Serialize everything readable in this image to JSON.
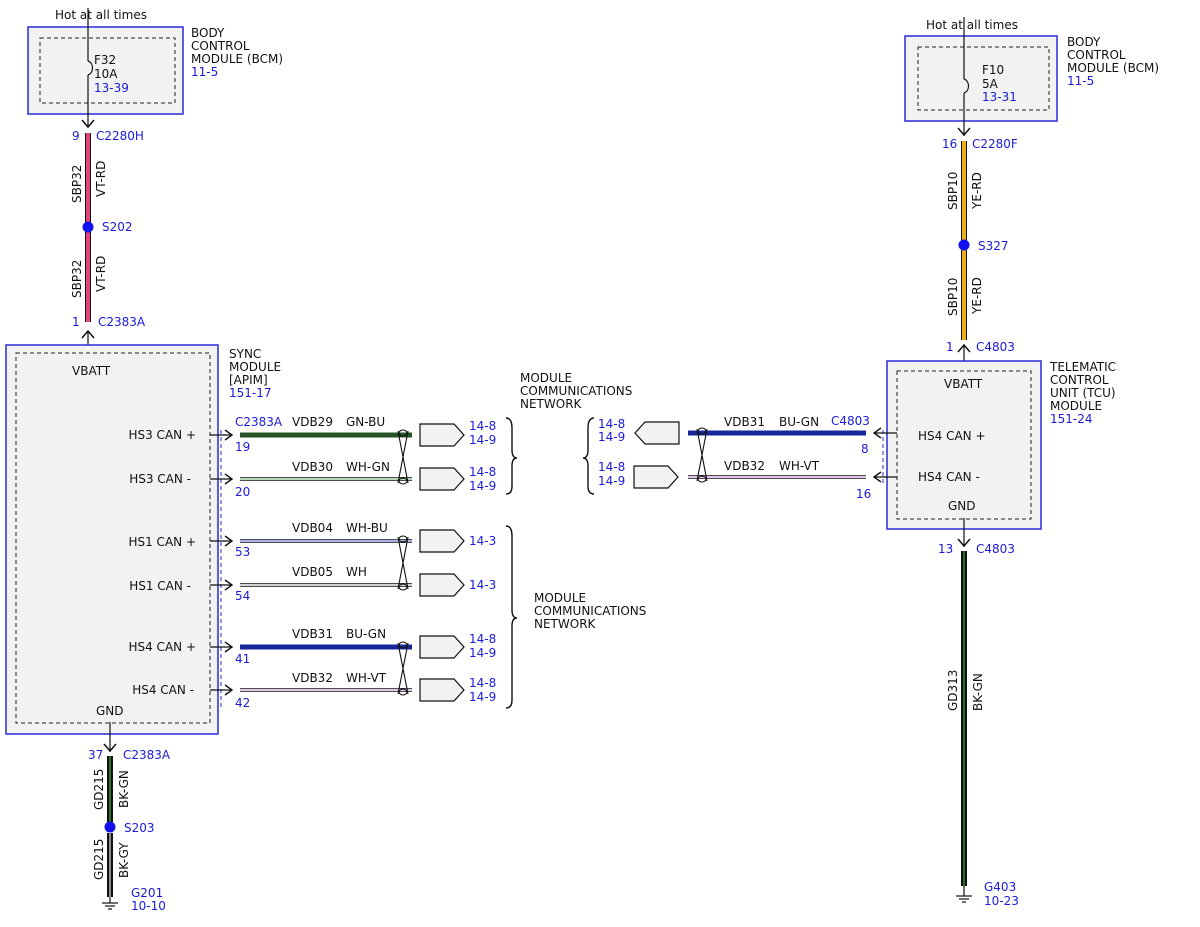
{
  "colors": {
    "ref_blue": "#1a1adb",
    "module_border": "#2a2ad8",
    "module_fill": "#f2f2f2",
    "splice_dot": "#1010ee",
    "wire_vt_rd": "#e0457f",
    "wire_ye_rd": "#e8b01a",
    "wire_green": "#2e6b2e",
    "wire_blue": "#1a2fc9",
    "wire_wh_gn": "#6bb36b",
    "wire_wh_bu": "#5a64d8",
    "wire_wh_vt": "#c78ad6",
    "wire_wh": "#a8a8a8",
    "wire_black": "#111111"
  },
  "left": {
    "hot_label": "Hot at all times",
    "bcm": {
      "name_lines": [
        "BODY",
        "CONTROL",
        "MODULE (BCM)"
      ],
      "ref": "11-5",
      "fuse": "F32",
      "amps": "10A",
      "fuse_ref": "13-39"
    },
    "c2280h": {
      "pin": "9",
      "connector": "C2280H"
    },
    "wire_top": {
      "circuit": "SBP32",
      "color": "VT-RD"
    },
    "splice_s202": "S202",
    "wire_bottom": {
      "circuit": "SBP32",
      "color": "VT-RD"
    },
    "c2383a_top": {
      "pin": "1",
      "connector": "C2383A"
    },
    "sync": {
      "name_lines": [
        "SYNC",
        "MODULE",
        "[APIM]"
      ],
      "ref": "151-17",
      "vbatt": "VBATT",
      "gnd": "GND",
      "connector": "C2383A"
    },
    "signals": [
      {
        "label": "HS3 CAN +",
        "pin": "19",
        "circuit": "VDB29",
        "color": "GN-BU",
        "refs": [
          "14-8",
          "14-9"
        ]
      },
      {
        "label": "HS3 CAN -",
        "pin": "20",
        "circuit": "VDB30",
        "color": "WH-GN",
        "refs": [
          "14-8",
          "14-9"
        ]
      },
      {
        "label": "HS1 CAN +",
        "pin": "53",
        "circuit": "VDB04",
        "color": "WH-BU",
        "refs": [
          "14-3"
        ]
      },
      {
        "label": "HS1 CAN -",
        "pin": "54",
        "circuit": "VDB05",
        "color": "WH",
        "refs": [
          "14-3"
        ]
      },
      {
        "label": "HS4 CAN +",
        "pin": "41",
        "circuit": "VDB31",
        "color": "BU-GN",
        "refs": [
          "14-8",
          "14-9"
        ]
      },
      {
        "label": "HS4 CAN -",
        "pin": "42",
        "circuit": "VDB32",
        "color": "WH-VT",
        "refs": [
          "14-8",
          "14-9"
        ]
      }
    ],
    "c2383a_gnd": {
      "pin": "37",
      "connector": "C2383A"
    },
    "gnd_wire_top": {
      "circuit": "GD215",
      "color": "BK-GN"
    },
    "splice_s203": "S203",
    "gnd_wire_bottom": {
      "circuit": "GD215",
      "color": "BK-GY"
    },
    "ground": {
      "name": "G201",
      "ref": "10-10"
    }
  },
  "network_top_lines": [
    "MODULE",
    "COMMUNICATIONS",
    "NETWORK"
  ],
  "network_mid_lines": [
    "MODULE",
    "COMMUNICATIONS",
    "NETWORK"
  ],
  "right": {
    "hot_label": "Hot at all times",
    "bcm": {
      "name_lines": [
        "BODY",
        "CONTROL",
        "MODULE (BCM)"
      ],
      "ref": "11-5",
      "fuse": "F10",
      "amps": "5A",
      "fuse_ref": "13-31"
    },
    "c2280f": {
      "pin": "16",
      "connector": "C2280F"
    },
    "wire_top": {
      "circuit": "SBP10",
      "color": "YE-RD"
    },
    "splice_s327": "S327",
    "wire_bottom": {
      "circuit": "SBP10",
      "color": "YE-RD"
    },
    "c4803_top": {
      "pin": "1",
      "connector": "C4803"
    },
    "tcu": {
      "name_lines": [
        "TELEMATIC",
        "CONTROL",
        "UNIT (TCU)",
        "MODULE"
      ],
      "ref": "151-24",
      "vbatt": "VBATT",
      "gnd": "GND",
      "connector": "C4803"
    },
    "signals": [
      {
        "label": "HS4 CAN +",
        "pin": "8",
        "circuit": "VDB31",
        "color": "BU-GN",
        "refs": [
          "14-8",
          "14-9"
        ]
      },
      {
        "label": "HS4 CAN -",
        "pin": "16",
        "circuit": "VDB32",
        "color": "WH-VT",
        "refs": [
          "14-8",
          "14-9"
        ]
      }
    ],
    "c4803_gnd": {
      "pin": "13",
      "connector": "C4803"
    },
    "gnd_wire": {
      "circuit": "GD313",
      "color": "BK-GN"
    },
    "ground": {
      "name": "G403",
      "ref": "10-23"
    }
  }
}
